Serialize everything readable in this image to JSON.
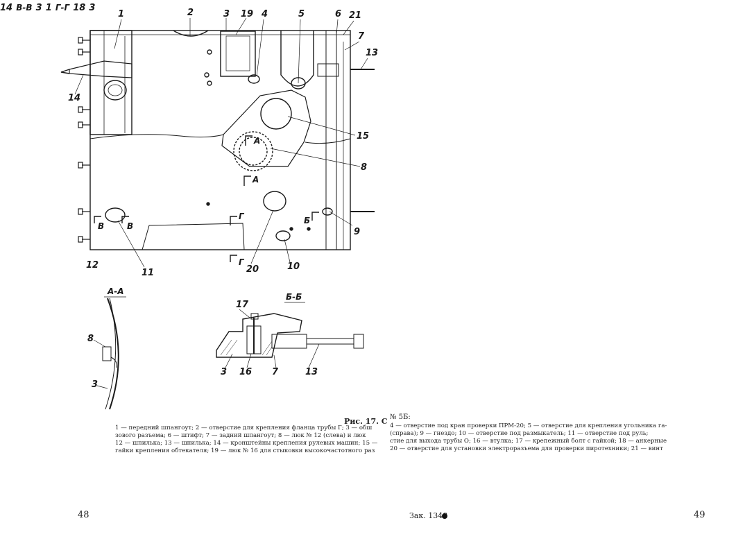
{
  "figure": {
    "title": "Рис. 17. С",
    "right_top_ref": "№ 5Б:"
  },
  "labels": {
    "main": [
      "1",
      "2",
      "3",
      "19",
      "4",
      "5",
      "6",
      "21",
      "7",
      "13",
      "14",
      "15",
      "8",
      "9",
      "10",
      "11",
      "12",
      "20"
    ],
    "section_marks": [
      "А",
      "А",
      "Б",
      "В",
      "В",
      "Г",
      "Г"
    ],
    "ring": [
      "14"
    ],
    "sections": [
      "А-А",
      "Б-Б",
      "В-В",
      "Г-Г"
    ],
    "aa": [
      "8",
      "3"
    ],
    "bb": [
      "17",
      "3",
      "16",
      "7",
      "13"
    ],
    "vv": [
      "3",
      "1"
    ],
    "gg": [
      "18",
      "3"
    ]
  },
  "caption_left": [
    "1 — передний шпангоут; 2 — отверстие для крепления фланца трубы Г; 3 — обш",
    "зового разъема; 6 — штифт; 7 — задний шпангоут; 8 — люк № 12 (слева) и люк",
    "12 — шпилька; 13 — шпилька; 14 — кронштейны крепления рулевых машин; 15 —",
    "гайки крепления обтекателя; 19 — люк № 16 для стыковки высокочастотного раз"
  ],
  "caption_right": [
    "4 — отверстие под кран проверки ПРМ-20; 5 — отверстие для крепления угольника га-",
    "(справа); 9 — гнездо; 10 — отверстие под размыкатель; 11 — отверстие под руль;",
    "стие для выхода трубы О; 16 — втулка; 17 — крепежный болт с гайкой; 18 — анкерные",
    "20 — отверстие для установки электроразъема для проверки пиротехники; 21 — винт"
  ],
  "footer": {
    "page_left": "48",
    "page_right": "49",
    "order": "Зак. 1348"
  }
}
